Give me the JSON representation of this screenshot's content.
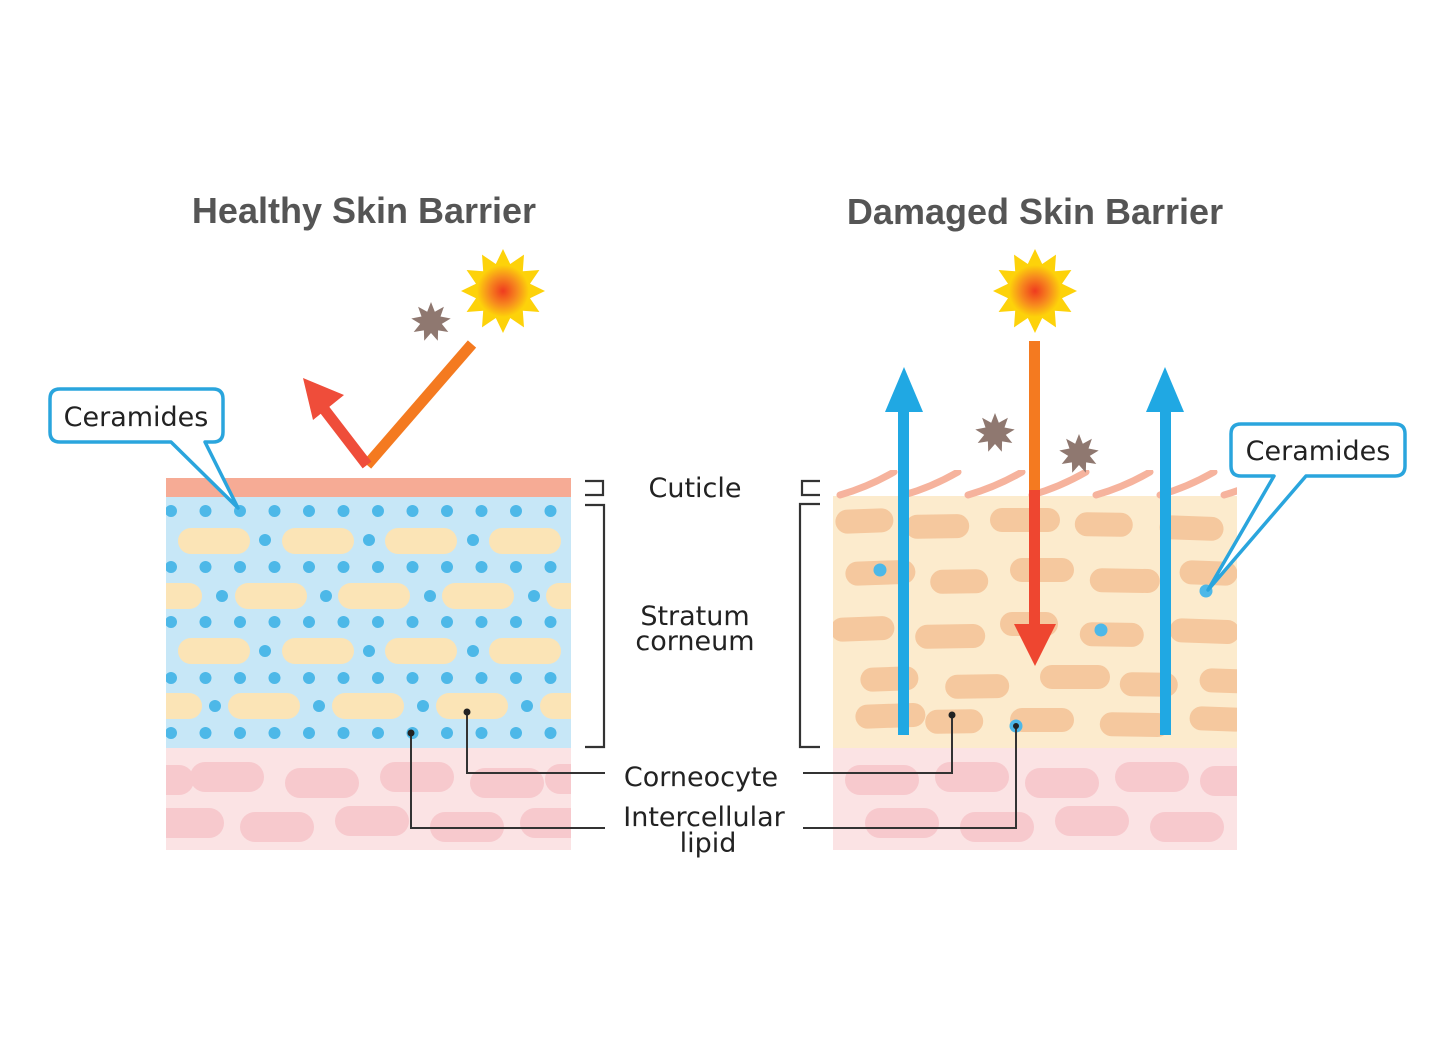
{
  "panels": {
    "healthy": {
      "title": "Healthy Skin Barrier",
      "callout": "Ceramides"
    },
    "damaged": {
      "title": "Damaged Skin Barrier",
      "callout": "Ceramides"
    }
  },
  "labels": {
    "cuticle": "Cuticle",
    "stratum_line1": "Stratum",
    "stratum_line2": "corneum",
    "corneocyte": "Corneocyte",
    "lipid_line1": "Intercellular",
    "lipid_line2": "lipid"
  },
  "colors": {
    "title_gray": "#555555",
    "ceramide_blue": "#4db8e8",
    "callout_border": "#2aa5dd",
    "corneocyte_yellow": "#fbe4b6",
    "cuticle_pink": "#f6ab95",
    "lower_layer_pink": "#fbe3e4",
    "lower_cell_pink": "#f7c9cd",
    "damaged_base": "#fcebcd",
    "damaged_cell": "#f5c89e",
    "up_arrow_blue": "#20a8e3",
    "down_arrow_red": "#ee4630",
    "uv_orange": "#f47a20",
    "reflect_red": "#ef4d3a",
    "sun_yellow": "#fdd20a",
    "sun_core": "#f4711c",
    "particle_brown": "#8f7870"
  },
  "icons": [
    "sun-icon",
    "pollutant-particle-icon",
    "reflected-arrow-icon",
    "upward-arrow-icon",
    "downward-arrow-icon"
  ]
}
